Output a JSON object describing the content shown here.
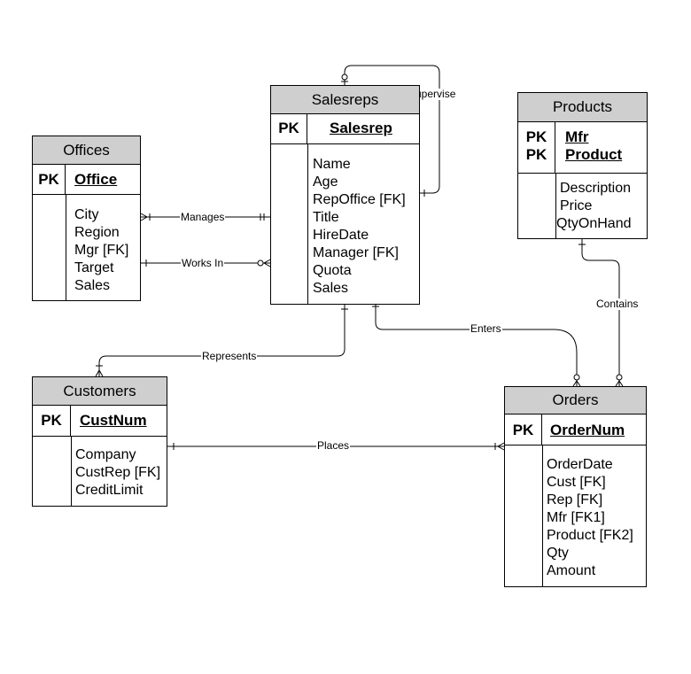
{
  "entities": {
    "salesreps": {
      "title": "Salesreps",
      "pk_labels": [
        "PK"
      ],
      "keys": [
        "Salesrep"
      ],
      "attributes": [
        "Name",
        "Age",
        "RepOffice [FK]",
        "Title",
        "HireDate",
        "Manager [FK]",
        "Quota",
        "Sales"
      ]
    },
    "offices": {
      "title": "Offices",
      "pk_labels": [
        "PK"
      ],
      "keys": [
        "Office"
      ],
      "attributes": [
        "City",
        "Region",
        "Mgr [FK]",
        "Target",
        "Sales"
      ]
    },
    "products": {
      "title": "Products",
      "pk_labels": [
        "PK",
        "PK"
      ],
      "keys": [
        "Mfr",
        "Product"
      ],
      "attributes": [
        "Description",
        "Price",
        "QtyOnHand"
      ]
    },
    "customers": {
      "title": "Customers",
      "pk_labels": [
        "PK"
      ],
      "keys": [
        "CustNum"
      ],
      "attributes": [
        "Company",
        "CustRep [FK]",
        "CreditLimit"
      ]
    },
    "orders": {
      "title": "Orders",
      "pk_labels": [
        "PK"
      ],
      "keys": [
        "OrderNum"
      ],
      "attributes": [
        "OrderDate",
        "Cust [FK]",
        "Rep [FK]",
        "Mfr [FK1]",
        "Product [FK2]",
        "Qty",
        "Amount"
      ]
    }
  },
  "relationships": {
    "supervise": "Supervise",
    "manages": "Manages",
    "works_in": "Works In",
    "represents": "Represents",
    "enters": "Enters",
    "contains": "Contains",
    "places": "Places"
  }
}
